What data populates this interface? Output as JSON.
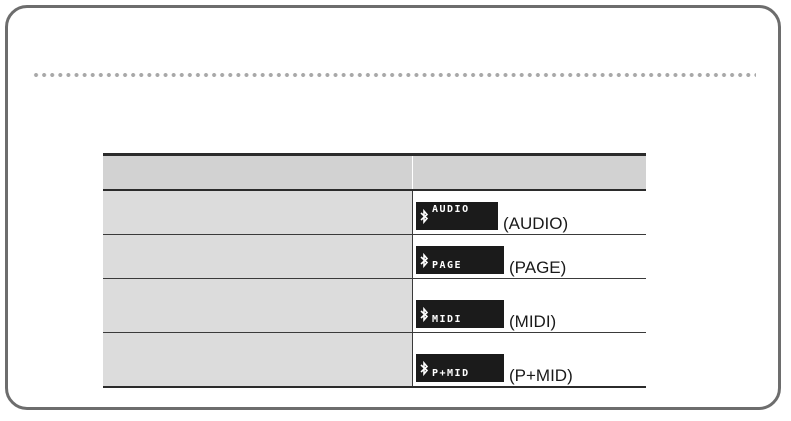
{
  "rows": [
    {
      "display": "AUDIO",
      "label": "(AUDIO)"
    },
    {
      "display": "PAGE",
      "label": "(PAGE)"
    },
    {
      "display": "MIDI",
      "label": "(MIDI)"
    },
    {
      "display": "P+MID",
      "label": "(P+MID)"
    }
  ],
  "colors": {
    "frame": "#6d6d6d",
    "header": "#d2d2d2",
    "cell": "#dcdcdc",
    "lcd": "#1b1b1b"
  },
  "icons": [
    "bluetooth-icon"
  ]
}
